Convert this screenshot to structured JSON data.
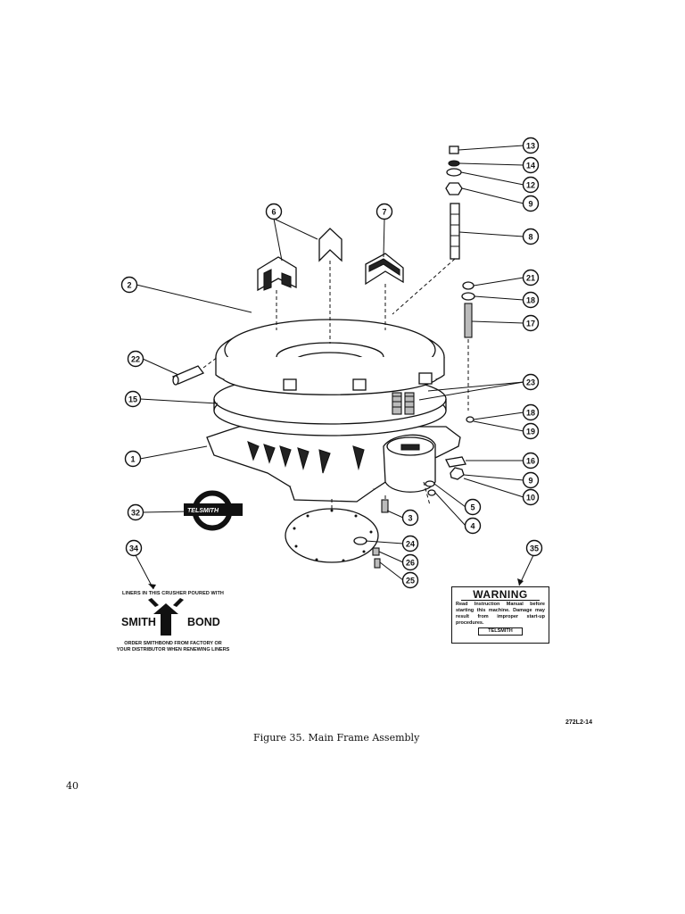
{
  "figure": {
    "caption": "Figure 35. Main Frame Assembly",
    "figure_id": "272L2-14",
    "page_number": "40"
  },
  "callouts": [
    "13",
    "14",
    "12",
    "9",
    "8",
    "6",
    "7",
    "2",
    "21",
    "18",
    "17",
    "22",
    "23",
    "15",
    "18",
    "19",
    "1",
    "16",
    "9",
    "10",
    "5",
    "4",
    "3",
    "32",
    "24",
    "26",
    "25",
    "34",
    "35"
  ],
  "decal_34": {
    "line1": "LINERS IN THIS CRUSHER POURED WITH",
    "brand_left": "SMITH",
    "brand_right": "BOND",
    "line2": "ORDER SMITHBOND FROM FACTORY OR",
    "line3": "YOUR DISTRIBUTOR WHEN RENEWING LINERS"
  },
  "decal_35": {
    "title": "WARNING",
    "body": "Read Instruction Manual before starting this machine. Damage may result from improper start-up procedures.",
    "brand": "TELSMITH"
  },
  "badge_32": {
    "text": "TELSMITH"
  },
  "colors": {
    "ink": "#111111",
    "paper": "#ffffff"
  }
}
